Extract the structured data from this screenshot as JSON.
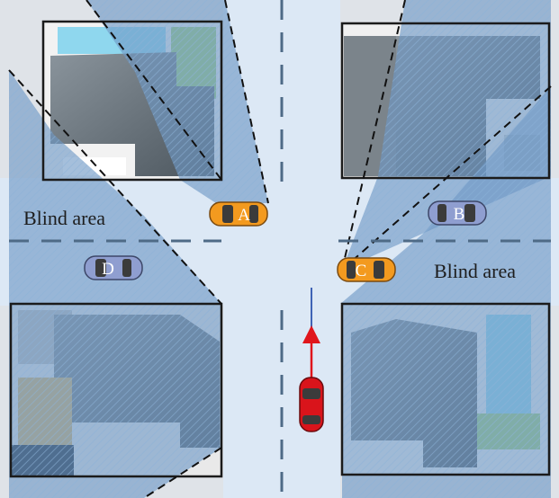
{
  "labels": {
    "blind_left": "Blind area",
    "blind_right": "Blind area"
  },
  "cars": {
    "a": {
      "letter": "A",
      "color": "#f39a1f",
      "role": "oncoming-left"
    },
    "b": {
      "letter": "B",
      "color": "#8f9ed0",
      "role": "right-lane"
    },
    "c": {
      "letter": "C",
      "color": "#f39a1f",
      "role": "crossing-right"
    },
    "d": {
      "letter": "D",
      "color": "#8f9ed0",
      "role": "left-lane"
    },
    "ego": {
      "color": "#d9141b"
    }
  },
  "colors": {
    "road": "#dce8f5",
    "blind_zone": "#5f8fbd",
    "roof": "#5f6a73",
    "lawn": "#9ecf7a",
    "pool": "#8fd7ee",
    "arrow": "#e0151b",
    "trajectory": "#3f63b5"
  }
}
